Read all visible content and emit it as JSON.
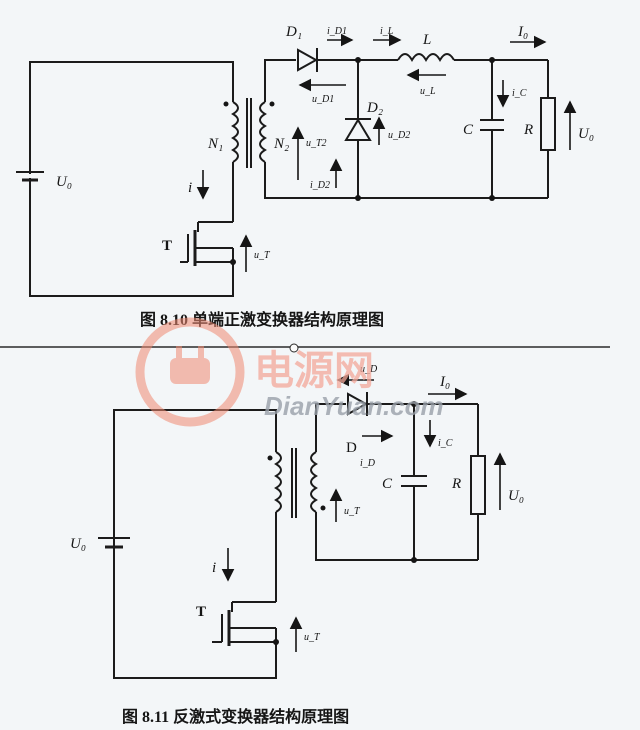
{
  "figure1": {
    "caption": "图 8.10 单端正激变换器结构原理图",
    "labels": {
      "source": "U₀",
      "n1": "N₁",
      "n2": "N₂",
      "d1": "D₁",
      "d2": "D₂",
      "inductor": "L",
      "capacitor": "C",
      "resistor": "R",
      "output_voltage": "U₀",
      "switch": "T",
      "current_i": "i",
      "i_d1": "i_D1",
      "i_l": "i_L",
      "i_o": "I₀",
      "i_c": "i_C",
      "i_d2": "i_D2",
      "u_d1": "u_D1",
      "u_l": "u_L",
      "u_t2": "u_T2",
      "u_d2": "u_D2",
      "u_t": "u_T"
    }
  },
  "figure2": {
    "caption": "图 8.11   反激式变换器结构原理图",
    "labels": {
      "source": "U₀",
      "diode": "D",
      "capacitor": "C",
      "resistor": "R",
      "output_voltage": "U₀",
      "switch": "T",
      "current_i": "i",
      "i_d": "i_D",
      "i_o": "I₀",
      "i_c": "i_C",
      "u_d": "u_D",
      "u_t_top": "u_T",
      "u_t": "u_T"
    }
  },
  "watermark": {
    "brand_cn": "电源网",
    "brand_url": "DianYuan.com"
  }
}
